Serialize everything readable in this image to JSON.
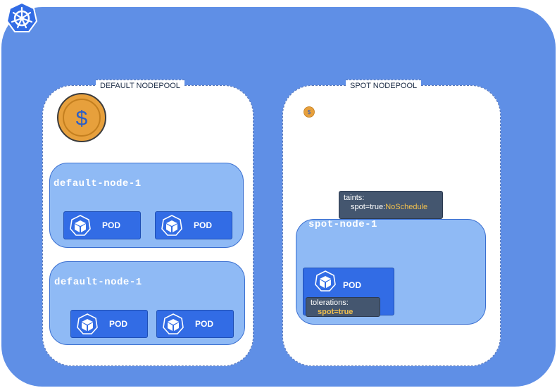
{
  "pools": {
    "default": {
      "label": "DEFAULT NODEPOOL"
    },
    "spot": {
      "label": "SPOT NODEPOOL"
    }
  },
  "coin": {
    "symbol": "$"
  },
  "nodes": [
    {
      "title": "default-node-1"
    },
    {
      "title": "default-node-1"
    },
    {
      "title": "spot-node-1"
    }
  ],
  "pod_label": "POD",
  "taints": {
    "heading": "taints:",
    "key": "spot=true:",
    "effect": "NoSchedule"
  },
  "tolerations": {
    "heading": "tolerations:",
    "value": "spot=true"
  },
  "colors": {
    "cluster": "#5f8fe6",
    "node": "#8fbaf5",
    "pod": "#326ce5",
    "coin": "#e7a03c",
    "tag": "#44566f",
    "highlight": "#f2c14e"
  },
  "icons": {
    "logo": "kubernetes-icon",
    "pod": "cube-icon",
    "cost": "coin-icon"
  }
}
